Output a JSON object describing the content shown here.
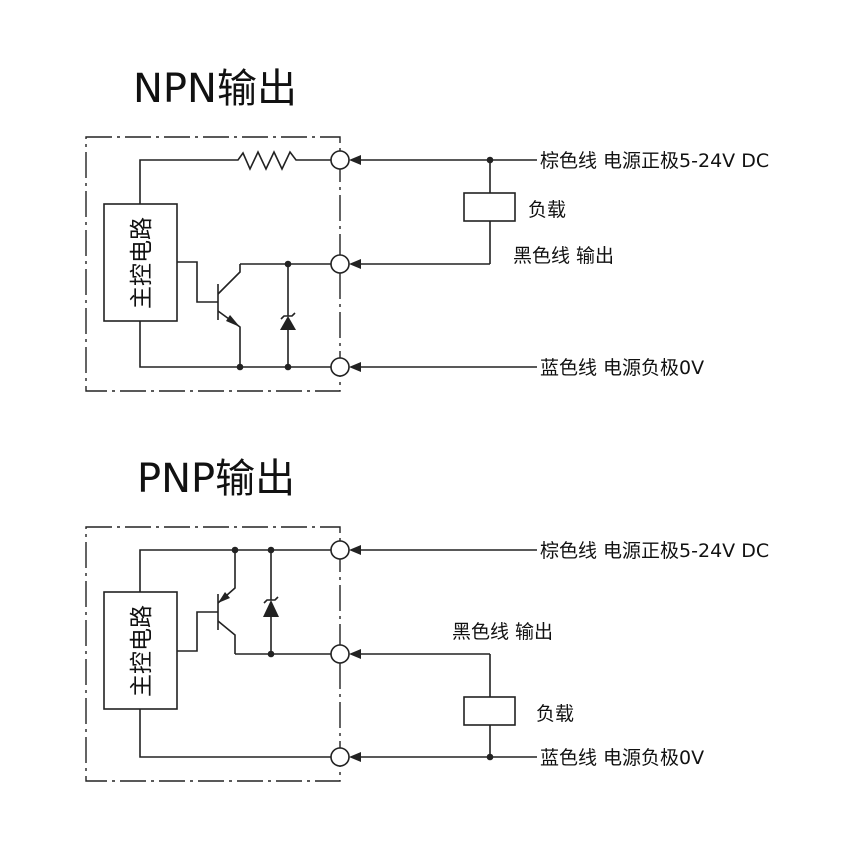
{
  "npn": {
    "title": "NPN输出",
    "control_box": "主控电路",
    "brown_wire": "棕色线 电源正极5-24V DC",
    "load": "负载",
    "black_wire": "黑色线 输出",
    "blue_wire": "蓝色线 电源负极0V"
  },
  "pnp": {
    "title": "PNP输出",
    "control_box": "主控电路",
    "brown_wire": "棕色线 电源正极5-24V DC",
    "black_wire": "黑色线 输出",
    "load": "负载",
    "blue_wire": "蓝色线 电源负极0V"
  }
}
